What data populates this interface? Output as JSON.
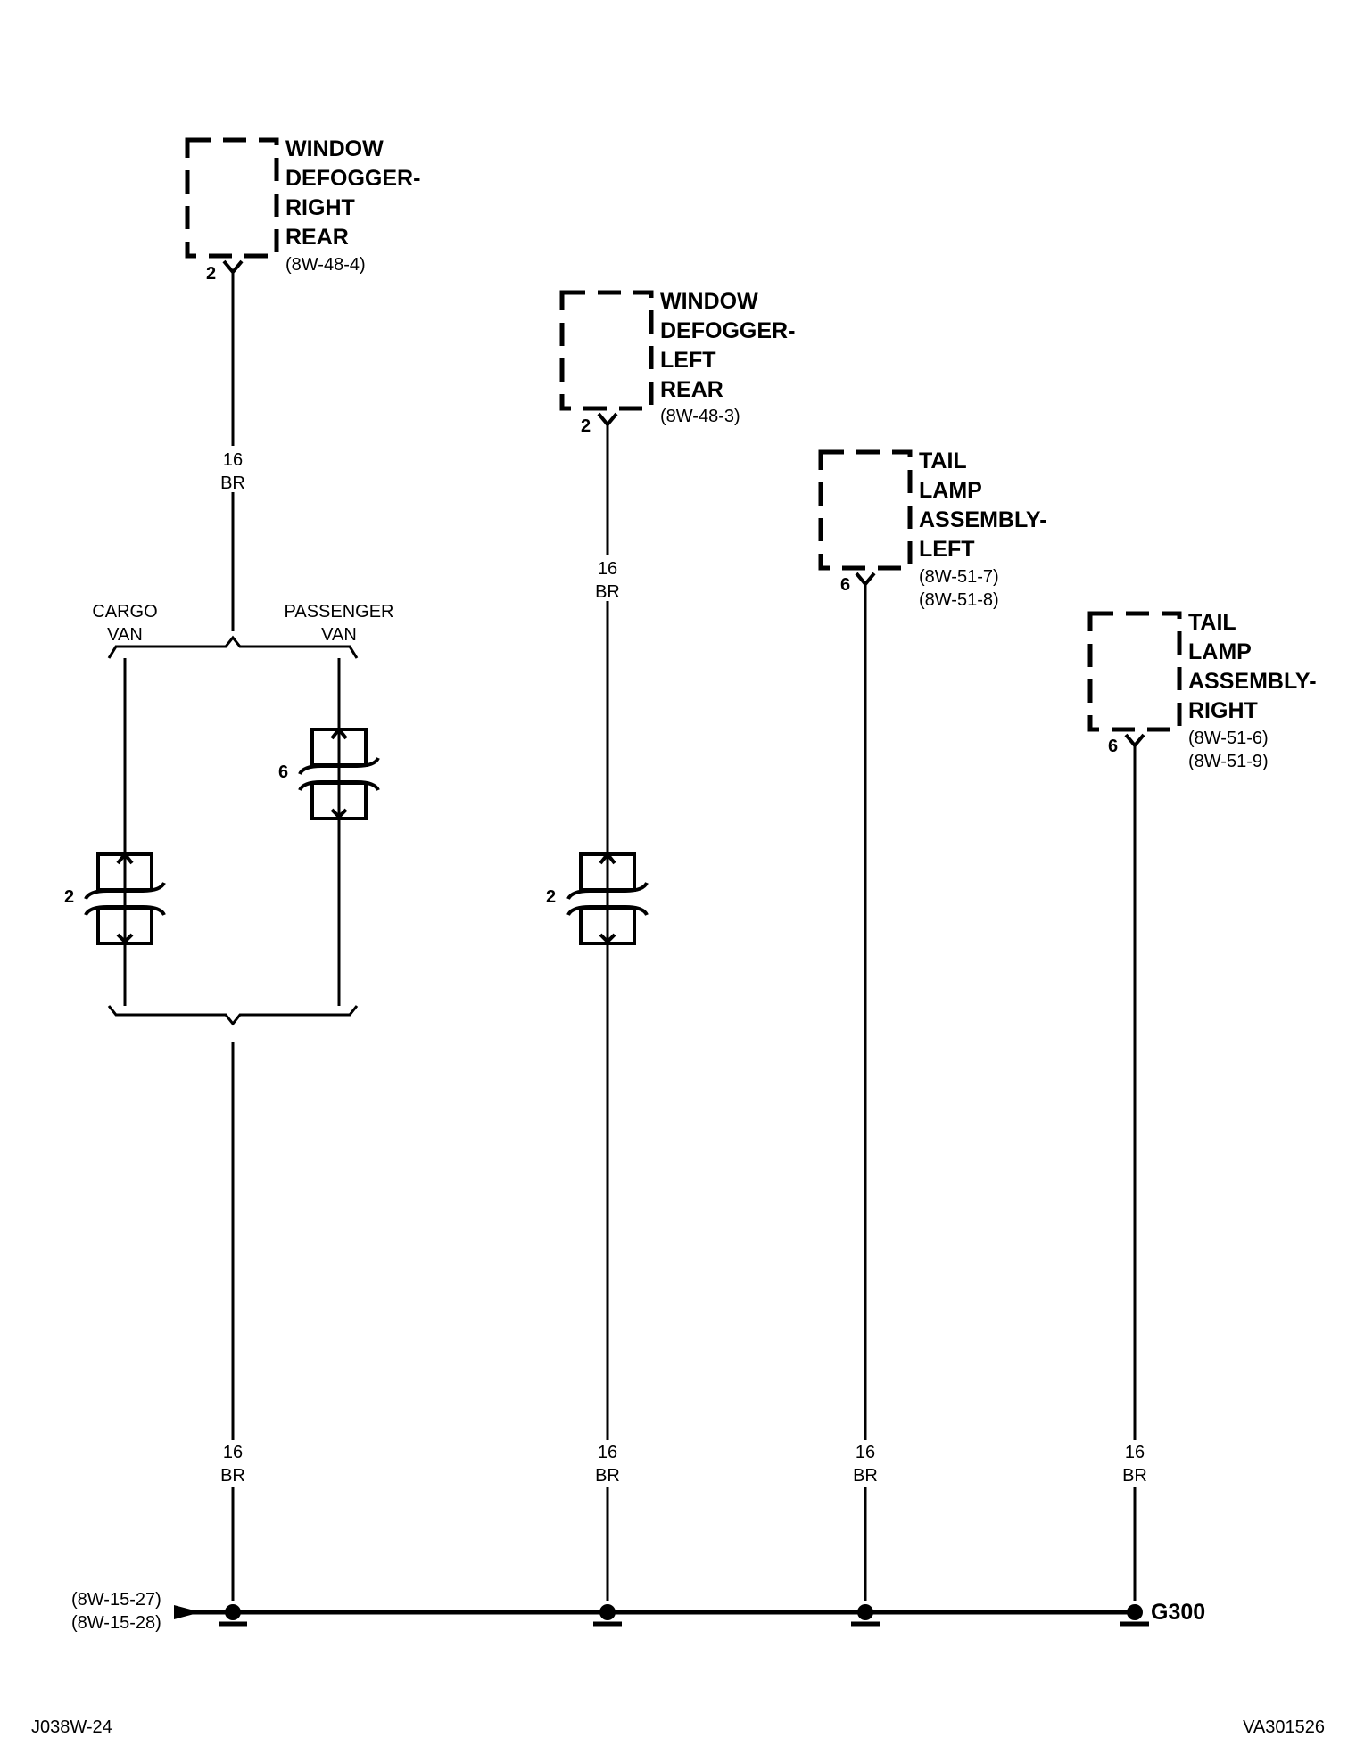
{
  "components": {
    "defogger_right": {
      "lines": [
        "WINDOW",
        "DEFOGGER-",
        "RIGHT",
        "REAR"
      ],
      "refs": [
        "(8W-48-4)"
      ],
      "pin": "2"
    },
    "defogger_left": {
      "lines": [
        "WINDOW",
        "DEFOGGER-",
        "LEFT",
        "REAR"
      ],
      "refs": [
        "(8W-48-3)"
      ],
      "pin": "2"
    },
    "tail_lamp_left": {
      "lines": [
        "TAIL",
        "LAMP",
        "ASSEMBLY-",
        "LEFT"
      ],
      "refs": [
        "(8W-51-7)",
        "(8W-51-8)"
      ],
      "pin": "6"
    },
    "tail_lamp_right": {
      "lines": [
        "TAIL",
        "LAMP",
        "ASSEMBLY-",
        "RIGHT"
      ],
      "refs": [
        "(8W-51-6)",
        "(8W-51-9)"
      ],
      "pin": "6"
    }
  },
  "wires": {
    "w1_upper": {
      "gauge": "16",
      "color": "BR"
    },
    "w2_upper": {
      "gauge": "16",
      "color": "BR"
    },
    "w1_lower": {
      "gauge": "16",
      "color": "BR"
    },
    "w2_lower": {
      "gauge": "16",
      "color": "BR"
    },
    "w3_lower": {
      "gauge": "16",
      "color": "BR"
    },
    "w4_lower": {
      "gauge": "16",
      "color": "BR"
    }
  },
  "options": {
    "cargo": [
      "CARGO",
      "VAN"
    ],
    "passenger": [
      "PASSENGER",
      "VAN"
    ]
  },
  "inline_connectors": {
    "cargo_pin": "2",
    "passenger_pin": "6",
    "left_pin": "2"
  },
  "ground": {
    "name": "G300",
    "refs": [
      "(8W-15-27)",
      "(8W-15-28)"
    ]
  },
  "footer": {
    "left": "J038W-24",
    "right": "VA301526"
  }
}
